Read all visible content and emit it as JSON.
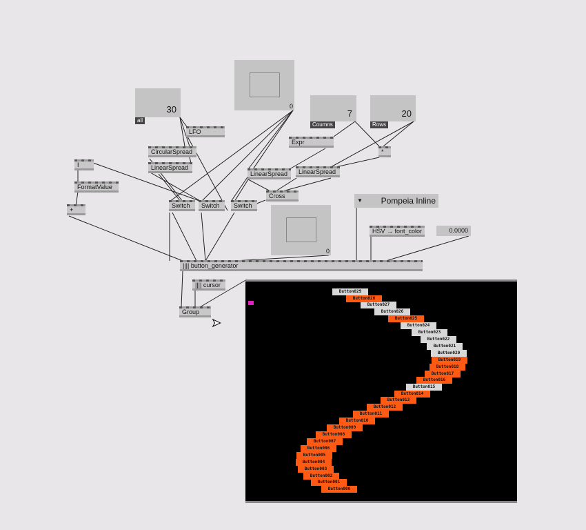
{
  "nodes": {
    "lfo": "LFO",
    "circular_spread": "CircularSpread",
    "linear_spread_1": "LinearSpread",
    "linear_spread_2": "LinearSpread",
    "linear_spread_3": "LinearSpread",
    "i": "I",
    "format_value": "FormatValue",
    "plus": "+",
    "switch": "Switch",
    "cross": "Cross",
    "expr": "Expr",
    "multiply": "*",
    "hsv": "HSV → font_color",
    "button_generator": "|||| button_generator",
    "cursor": "|||| cursor",
    "group": "Group"
  },
  "ioboxes": {
    "all_value": "30",
    "all_label": "all",
    "columns_value": "7",
    "columns_label": "Coumns",
    "rows_value": "20",
    "rows_label": "Rows",
    "xy_pad_1": "0",
    "xy_pad_2": "0",
    "font_value": "0.0000",
    "font_select": "Pompeia Inline"
  },
  "colors": {
    "on": "#ff5a14",
    "off": "#d8d8d8"
  },
  "buttons": [
    {
      "label": "Button000",
      "on": true
    },
    {
      "label": "Button001",
      "on": true
    },
    {
      "label": "Button002",
      "on": true
    },
    {
      "label": "Button003",
      "on": true
    },
    {
      "label": "Button004",
      "on": true
    },
    {
      "label": "Button005",
      "on": true
    },
    {
      "label": "Button006",
      "on": true
    },
    {
      "label": "Button007",
      "on": true
    },
    {
      "label": "Button008",
      "on": true
    },
    {
      "label": "Button009",
      "on": true
    },
    {
      "label": "Button010",
      "on": true
    },
    {
      "label": "Button011",
      "on": true
    },
    {
      "label": "Button012",
      "on": true
    },
    {
      "label": "Button013",
      "on": true
    },
    {
      "label": "Button014",
      "on": true
    },
    {
      "label": "Button015",
      "on": false
    },
    {
      "label": "Button016",
      "on": true
    },
    {
      "label": "Button017",
      "on": true
    },
    {
      "label": "Button018",
      "on": true
    },
    {
      "label": "Button019",
      "on": true
    },
    {
      "label": "Button020",
      "on": false
    },
    {
      "label": "Button021",
      "on": false
    },
    {
      "label": "Button022",
      "on": false
    },
    {
      "label": "Button023",
      "on": false
    },
    {
      "label": "Button024",
      "on": false
    },
    {
      "label": "Button025",
      "on": true
    },
    {
      "label": "Button026",
      "on": false
    },
    {
      "label": "Button027",
      "on": false
    },
    {
      "label": "Button028",
      "on": true
    },
    {
      "label": "Button029",
      "on": false
    }
  ]
}
